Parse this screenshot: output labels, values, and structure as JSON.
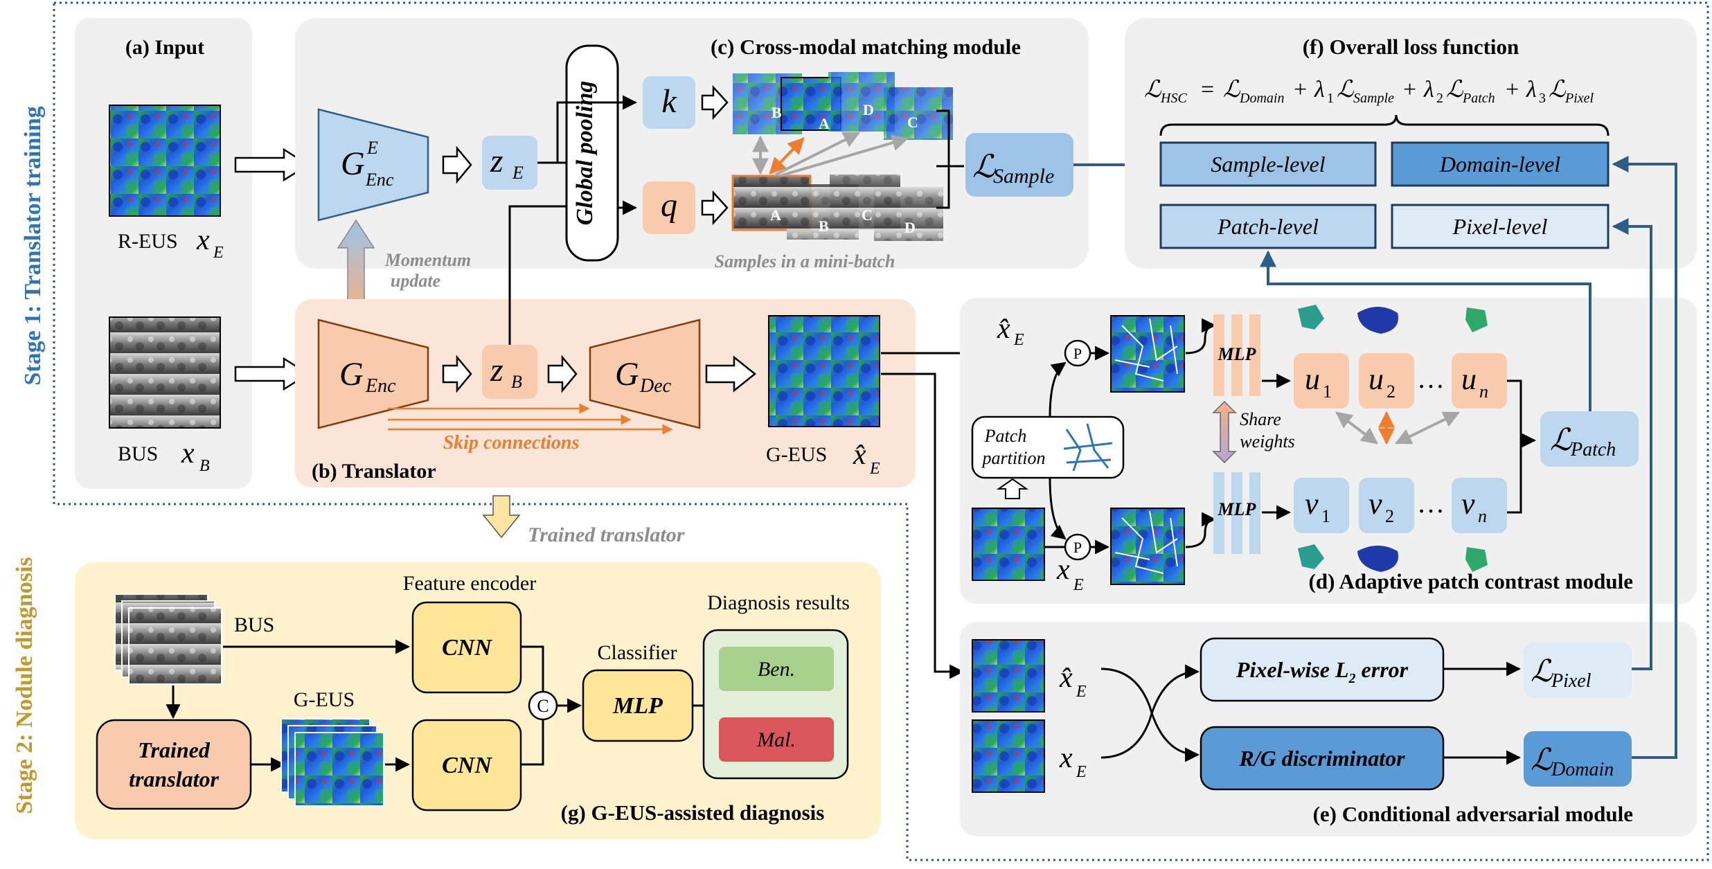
{
  "stages": {
    "stage1": "Stage 1: Translator training",
    "stage2": "Stage 2: Nodule diagnosis"
  },
  "input": {
    "title": "(a) Input",
    "reus_label": "R-EUS",
    "reus_var": "x",
    "reus_sub": "E",
    "bus_label": "BUS",
    "bus_var": "x",
    "bus_sub": "B"
  },
  "translator": {
    "title": "(b) Translator",
    "enc_main": "G",
    "enc_sub": "Enc",
    "enc_e_sup": "E",
    "zb_main": "z",
    "zb_sub": "B",
    "dec_main": "G",
    "dec_sub": "Dec",
    "skip": "Skip connections",
    "geus_label": "G-EUS",
    "geus_var": "x̂",
    "geus_sub": "E",
    "momentum1": "Momentum",
    "momentum2": "update",
    "trained": "Trained translator"
  },
  "cross_modal": {
    "title": "(c) Cross-modal matching module",
    "ze_main": "z",
    "ze_sub": "E",
    "pooling": "Global pooling",
    "k": "k",
    "q": "q",
    "samples_caption": "Samples in a mini-batch",
    "letters": [
      "B",
      "A",
      "D",
      "C"
    ],
    "loss_main": "ℒ",
    "loss_sub": "Sample"
  },
  "loss_fn": {
    "title": "(f) Overall loss function",
    "eq_lhs": "ℒ",
    "eq_lhs_sub": "HSC",
    "eq_eq": "=",
    "eq_t1_sub": "Domain",
    "eq_plus": "+",
    "eq_l": "λ",
    "eq_t2_sub": "Sample",
    "eq_t3_sub": "Patch",
    "eq_t4_sub": "Pixel",
    "idx1": "1",
    "idx2": "2",
    "idx3": "3",
    "sample_level": "Sample-level",
    "domain_level": "Domain-level",
    "patch_level": "Patch-level",
    "pixel_level": "Pixel-level"
  },
  "patch_module": {
    "title": "(d) Adaptive patch contrast module",
    "xhat_var": "x̂",
    "x_var": "x",
    "sub": "E",
    "p": "P",
    "partition1": "Patch",
    "partition2": "partition",
    "mlp": "MLP",
    "share1": "Share",
    "share2": "weights",
    "u": "u",
    "v": "v",
    "idx1": "1",
    "idx2": "2",
    "idxn": "n",
    "dots": "…",
    "loss_main": "ℒ",
    "loss_sub": "Patch"
  },
  "adv_module": {
    "title": "(e) Conditional adversarial module",
    "xhat_var": "x̂",
    "x_var": "x",
    "sub": "E",
    "pixel_err": "Pixel-wise L",
    "pixel_err_sub": "2",
    "pixel_err_tail": " error",
    "disc": "R/G discriminator",
    "loss_main": "ℒ",
    "pixel_sub": "Pixel",
    "domain_sub": "Domain"
  },
  "diagnosis": {
    "title": "(g) G-EUS-assisted diagnosis",
    "feature_encoder": "Feature encoder",
    "cnn": "CNN",
    "bus": "BUS",
    "geus": "G-EUS",
    "trained1": "Trained",
    "trained2": "translator",
    "concat": "C",
    "classifier": "Classifier",
    "mlp": "MLP",
    "results": "Diagnosis results",
    "benign": "Ben.",
    "malignant": "Mal."
  },
  "colors": {
    "blue_box": "#9dc3e6",
    "blue_dark": "#5b9bd5",
    "orange_box": "#f8cbad",
    "orange_arrow": "#ed7d31",
    "stage1": "#2e75b6",
    "stage2": "#c09a2e",
    "gray_panel": "#f0f0f0",
    "benign": "#a9d18e",
    "malignant": "#d9575a"
  }
}
